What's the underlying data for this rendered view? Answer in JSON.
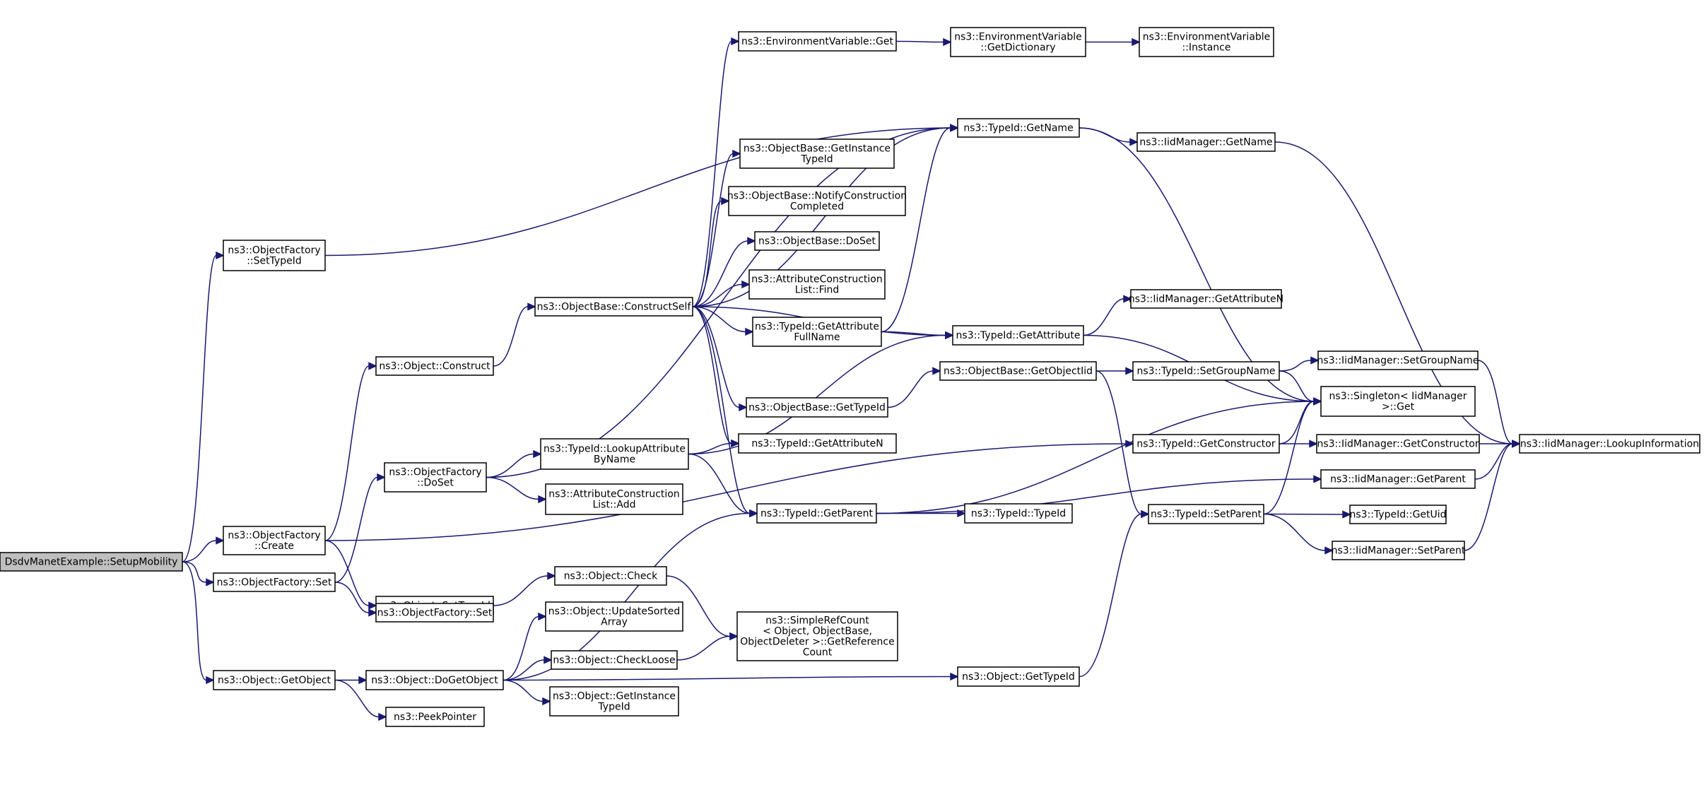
{
  "diagram": {
    "type": "call-graph",
    "colors": {
      "edge": "#191970",
      "node_border": "#000000",
      "root_fill": "#bfbfbf",
      "node_fill": "#ffffff"
    },
    "nodes": [
      {
        "id": "n0",
        "lines": [
          "DsdvManetExample::SetupMobility"
        ]
      },
      {
        "id": "n1",
        "lines": [
          "ns3::ObjectFactory",
          "::SetTypeId"
        ]
      },
      {
        "id": "n2",
        "lines": [
          "ns3::ObjectFactory",
          "::Create"
        ]
      },
      {
        "id": "n3",
        "lines": [
          "ns3::ObjectFactory::Set"
        ]
      },
      {
        "id": "n4",
        "lines": [
          "ns3::Object::GetObject"
        ]
      },
      {
        "id": "n5",
        "lines": [
          "ns3::Object::Construct"
        ]
      },
      {
        "id": "n6",
        "lines": [
          "ns3::ObjectFactory",
          "::DoSet"
        ]
      },
      {
        "id": "n7",
        "lines": [
          "ns3::Object::SetTypeId"
        ]
      },
      {
        "id": "n8",
        "lines": [
          "ns3::ObjectFactory::Set"
        ]
      },
      {
        "id": "n9",
        "lines": [
          "ns3::Object::DoGetObject"
        ]
      },
      {
        "id": "n10",
        "lines": [
          "ns3::PeekPointer"
        ]
      },
      {
        "id": "n11",
        "lines": [
          "ns3::ObjectBase::ConstructSelf"
        ]
      },
      {
        "id": "n12",
        "lines": [
          "ns3::TypeId::LookupAttribute",
          "ByName"
        ]
      },
      {
        "id": "n13",
        "lines": [
          "ns3::AttributeConstruction",
          "List::Add"
        ]
      },
      {
        "id": "n14",
        "lines": [
          "ns3::Object::Check"
        ]
      },
      {
        "id": "n15",
        "lines": [
          "ns3::Object::UpdateSorted",
          "Array"
        ]
      },
      {
        "id": "n16",
        "lines": [
          "ns3::Object::CheckLoose"
        ]
      },
      {
        "id": "n17",
        "lines": [
          "ns3::Object::GetInstance",
          "TypeId"
        ]
      },
      {
        "id": "n18",
        "lines": [
          "ns3::EnvironmentVariable::Get"
        ]
      },
      {
        "id": "n19",
        "lines": [
          "ns3::ObjectBase::GetInstance",
          "TypeId"
        ]
      },
      {
        "id": "n20",
        "lines": [
          "ns3::ObjectBase::NotifyConstruction",
          "Completed"
        ]
      },
      {
        "id": "n21",
        "lines": [
          "ns3::ObjectBase::DoSet"
        ]
      },
      {
        "id": "n22",
        "lines": [
          "ns3::AttributeConstruction",
          "List::Find"
        ]
      },
      {
        "id": "n23",
        "lines": [
          "ns3::TypeId::GetAttribute",
          "FullName"
        ]
      },
      {
        "id": "n24",
        "lines": [
          "ns3::ObjectBase::GetTypeId"
        ]
      },
      {
        "id": "n25",
        "lines": [
          "ns3::TypeId::GetAttributeN"
        ]
      },
      {
        "id": "n26",
        "lines": [
          "ns3::TypeId::GetParent"
        ]
      },
      {
        "id": "n27",
        "lines": [
          "ns3::SimpleRefCount",
          "< Object, ObjectBase,",
          "ObjectDeleter >::GetReference",
          "Count"
        ]
      },
      {
        "id": "n28",
        "lines": [
          "ns3::EnvironmentVariable",
          "::GetDictionary"
        ]
      },
      {
        "id": "n29",
        "lines": [
          "ns3::TypeId::GetName"
        ]
      },
      {
        "id": "n30",
        "lines": [
          "ns3::TypeId::GetAttribute"
        ]
      },
      {
        "id": "n31",
        "lines": [
          "ns3::ObjectBase::GetObjectIid"
        ]
      },
      {
        "id": "n32",
        "lines": [
          "ns3::TypeId::TypeId"
        ]
      },
      {
        "id": "n33",
        "lines": [
          "ns3::Object::GetTypeId"
        ]
      },
      {
        "id": "n34",
        "lines": [
          "ns3::EnvironmentVariable",
          "::Instance"
        ]
      },
      {
        "id": "n35",
        "lines": [
          "ns3::IidManager::GetName"
        ]
      },
      {
        "id": "n36",
        "lines": [
          "ns3::IidManager::GetAttributeN"
        ]
      },
      {
        "id": "n37",
        "lines": [
          "ns3::TypeId::SetGroupName"
        ]
      },
      {
        "id": "n38",
        "lines": [
          "ns3::TypeId::GetConstructor"
        ]
      },
      {
        "id": "n39",
        "lines": [
          "ns3::TypeId::SetParent"
        ]
      },
      {
        "id": "n40",
        "lines": [
          "ns3::Singleton< IidManager",
          " >::Get"
        ]
      },
      {
        "id": "n41",
        "lines": [
          "ns3::IidManager::SetGroupName"
        ]
      },
      {
        "id": "n42",
        "lines": [
          "ns3::IidManager::GetConstructor"
        ]
      },
      {
        "id": "n43",
        "lines": [
          "ns3::IidManager::GetParent"
        ]
      },
      {
        "id": "n44",
        "lines": [
          "ns3::TypeId::GetUid"
        ]
      },
      {
        "id": "n45",
        "lines": [
          "ns3::IidManager::SetParent"
        ]
      },
      {
        "id": "n46",
        "lines": [
          "ns3::IidManager::LookupInformation"
        ]
      }
    ],
    "edges": [
      [
        "n0",
        "n1"
      ],
      [
        "n0",
        "n2"
      ],
      [
        "n0",
        "n3"
      ],
      [
        "n0",
        "n4"
      ],
      [
        "n1",
        "n29"
      ],
      [
        "n2",
        "n5"
      ],
      [
        "n2",
        "n7"
      ],
      [
        "n2",
        "n38"
      ],
      [
        "n3",
        "n6"
      ],
      [
        "n3",
        "n8"
      ],
      [
        "n4",
        "n9"
      ],
      [
        "n4",
        "n10"
      ],
      [
        "n5",
        "n11"
      ],
      [
        "n6",
        "n29"
      ],
      [
        "n6",
        "n12"
      ],
      [
        "n6",
        "n13"
      ],
      [
        "n7",
        "n14"
      ],
      [
        "n9",
        "n15"
      ],
      [
        "n9",
        "n16"
      ],
      [
        "n9",
        "n17"
      ],
      [
        "n9",
        "n26"
      ],
      [
        "n9",
        "n33"
      ],
      [
        "n11",
        "n18"
      ],
      [
        "n11",
        "n29"
      ],
      [
        "n11",
        "n19"
      ],
      [
        "n11",
        "n20"
      ],
      [
        "n11",
        "n21"
      ],
      [
        "n11",
        "n22"
      ],
      [
        "n11",
        "n23"
      ],
      [
        "n11",
        "n30"
      ],
      [
        "n11",
        "n24"
      ],
      [
        "n11",
        "n25"
      ],
      [
        "n11",
        "n26"
      ],
      [
        "n12",
        "n25"
      ],
      [
        "n12",
        "n30"
      ],
      [
        "n12",
        "n26"
      ],
      [
        "n14",
        "n27"
      ],
      [
        "n16",
        "n27"
      ],
      [
        "n18",
        "n28"
      ],
      [
        "n28",
        "n34"
      ],
      [
        "n23",
        "n29"
      ],
      [
        "n23",
        "n30"
      ],
      [
        "n24",
        "n31"
      ],
      [
        "n26",
        "n40"
      ],
      [
        "n26",
        "n43"
      ],
      [
        "n26",
        "n32"
      ],
      [
        "n29",
        "n35"
      ],
      [
        "n29",
        "n40"
      ],
      [
        "n30",
        "n36"
      ],
      [
        "n30",
        "n40"
      ],
      [
        "n31",
        "n37"
      ],
      [
        "n31",
        "n39"
      ],
      [
        "n33",
        "n39"
      ],
      [
        "n35",
        "n46"
      ],
      [
        "n37",
        "n41"
      ],
      [
        "n37",
        "n40"
      ],
      [
        "n38",
        "n40"
      ],
      [
        "n38",
        "n42"
      ],
      [
        "n39",
        "n40"
      ],
      [
        "n39",
        "n44"
      ],
      [
        "n39",
        "n45"
      ],
      [
        "n41",
        "n46"
      ],
      [
        "n42",
        "n46"
      ],
      [
        "n43",
        "n46"
      ],
      [
        "n45",
        "n46"
      ]
    ]
  }
}
